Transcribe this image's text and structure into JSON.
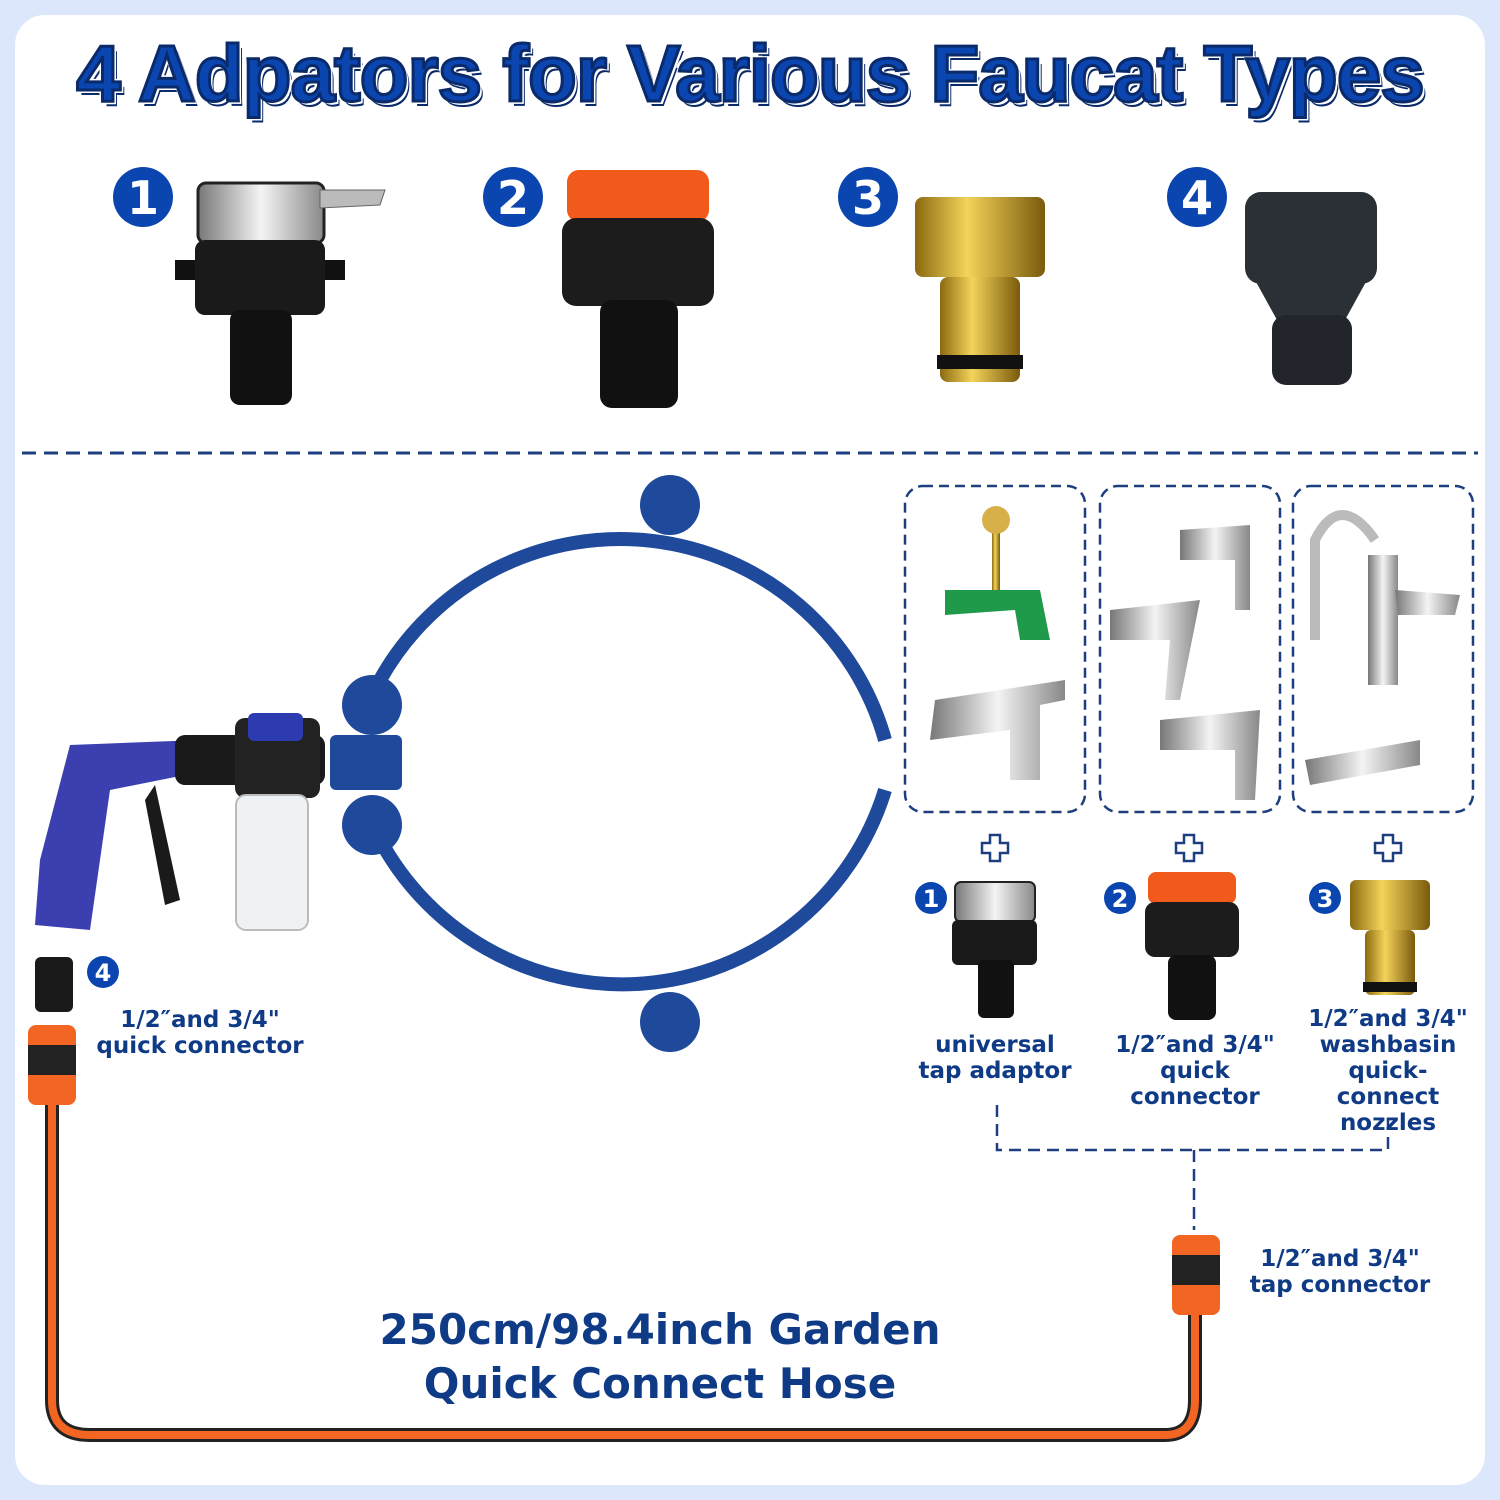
{
  "title": "4 Adpators for Various Faucat Types",
  "top_adapters": [
    {
      "number": "1"
    },
    {
      "number": "2"
    },
    {
      "number": "3"
    },
    {
      "number": "4"
    }
  ],
  "gun_connector": {
    "number": "4",
    "label_line1": "1/2″and 3/4\"",
    "label_line2": "quick connector"
  },
  "bottom_adapters": [
    {
      "number": "1",
      "label_lines": [
        "universal",
        "tap adaptor"
      ]
    },
    {
      "number": "2",
      "label_lines": [
        "1/2″and 3/4\"",
        "quick connector"
      ]
    },
    {
      "number": "3",
      "label_lines": [
        "1/2″and 3/4\"",
        "washbasin",
        "quick-connect",
        "nozzles"
      ]
    }
  ],
  "tap_connector": {
    "label_line1": "1/2″and 3/4\"",
    "label_line2": "tap connector"
  },
  "hose": {
    "line1": "250cm/98.4inch Garden",
    "line2": "Quick Connect Hose"
  },
  "colors": {
    "brand_blue": "#0b45b0",
    "text_blue": "#0f3a86",
    "hose_orange": "#f26522",
    "ring_blue": "#1f4a9c"
  }
}
